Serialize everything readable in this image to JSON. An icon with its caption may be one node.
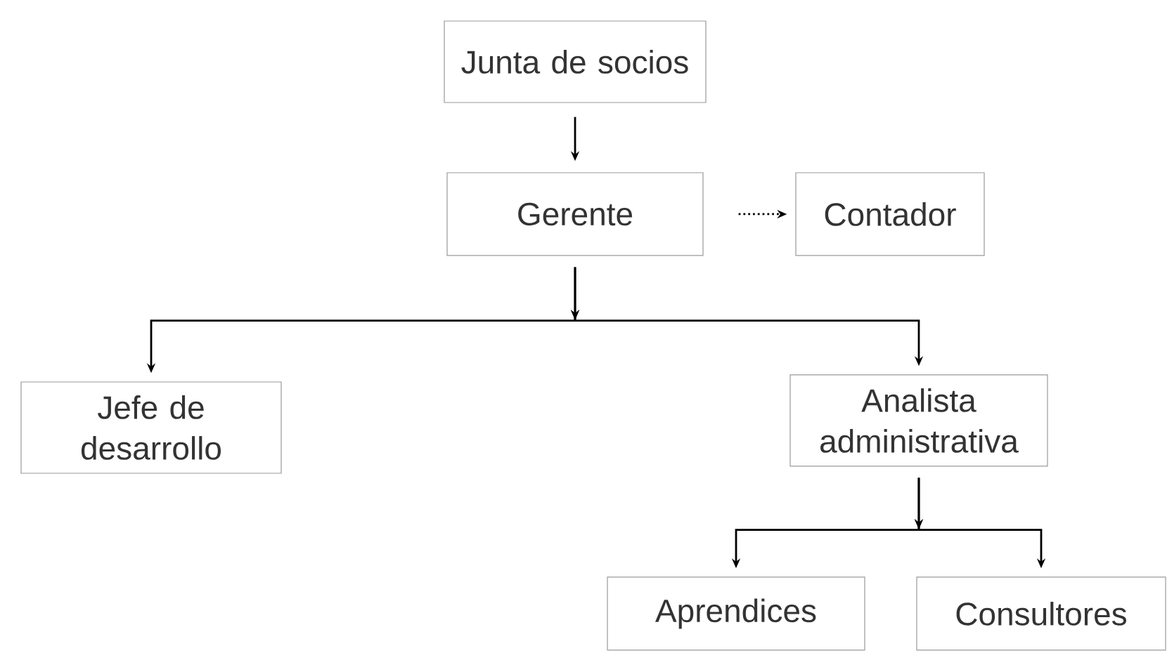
{
  "diagram": {
    "nodes": [
      {
        "text": [
          "Junta de socios"
        ]
      },
      {
        "text": [
          "Gerente"
        ]
      },
      {
        "text": [
          "Contador"
        ]
      },
      {
        "text": [
          "Jefe de desarrollo"
        ]
      },
      {
        "text": [
          "Analista administrativa"
        ]
      },
      {
        "text": [
          "Aprendices"
        ]
      },
      {
        "text": [
          "Consultores"
        ]
      }
    ],
    "edges": [
      {
        "from": 0,
        "to": 1,
        "arrow": "to"
      },
      {
        "from": 1,
        "to": 2,
        "arrow": "to",
        "style": "dashed"
      },
      {
        "from": 1,
        "to": 3,
        "arrow": "to"
      },
      {
        "from": 1,
        "to": 4,
        "arrow": "to"
      },
      {
        "from": 4,
        "to": 5,
        "arrow": "to"
      },
      {
        "from": 4,
        "to": 6,
        "arrow": "to"
      }
    ]
  }
}
